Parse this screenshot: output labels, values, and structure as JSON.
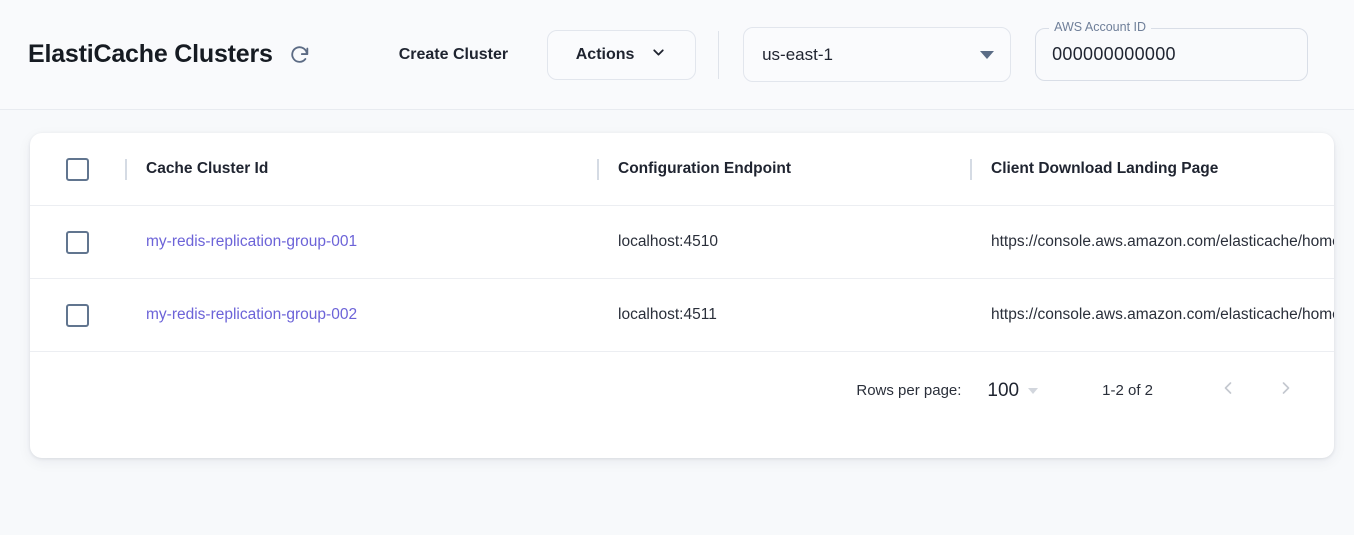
{
  "header": {
    "title": "ElastiCache Clusters",
    "refresh_icon": "refresh-icon",
    "create_cluster_label": "Create Cluster",
    "actions_label": "Actions",
    "actions_caret_icon": "chevron-down-icon",
    "region": {
      "value": "us-east-1",
      "caret_icon": "triangle-down-icon"
    },
    "account": {
      "label": "AWS Account ID",
      "value": "000000000000"
    }
  },
  "table": {
    "select_all_checkbox": "unchecked",
    "columns": [
      {
        "label": "Cache Cluster Id"
      },
      {
        "label": "Configuration Endpoint"
      },
      {
        "label": "Client Download Landing Page"
      }
    ],
    "rows": [
      {
        "checkbox": "unchecked",
        "cluster_id": "my-redis-replication-group-001",
        "configuration_endpoint": "localhost:4510",
        "client_download_landing_page": "https://console.aws.amazon.com/elasticache/home"
      },
      {
        "checkbox": "unchecked",
        "cluster_id": "my-redis-replication-group-002",
        "configuration_endpoint": "localhost:4511",
        "client_download_landing_page": "https://console.aws.amazon.com/elasticache/home"
      }
    ]
  },
  "pagination": {
    "rows_per_page_label": "Rows per page:",
    "rows_per_page_value": "100",
    "range_label": "1-2 of 2",
    "prev_icon": "chevron-left-icon",
    "next_icon": "chevron-right-icon"
  },
  "colors": {
    "link": "#6c63d8",
    "page_background": "#f7f9fb",
    "card_background": "#ffffff",
    "checkbox_border": "#61758f",
    "label_muted": "#6f7f99"
  }
}
